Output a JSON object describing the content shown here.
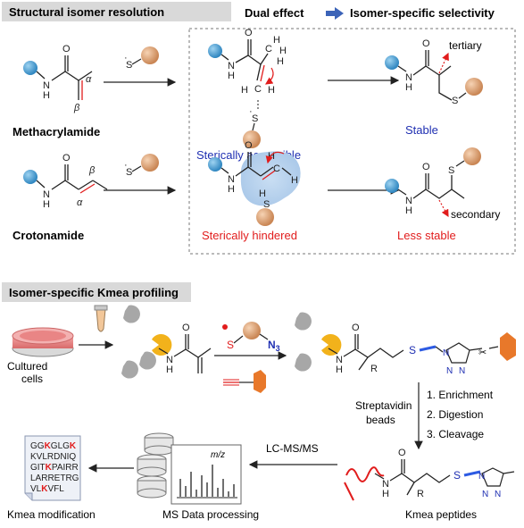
{
  "section1": {
    "header": "Structural  isomer resolution",
    "dual_effect": "Dual effect",
    "selectivity": "Isomer-specific selectivity"
  },
  "methacrylamide": {
    "name": "Methacrylamide",
    "alpha": "α",
    "beta": "β",
    "reagent": "S",
    "intermediate_label": "Sterically accessible",
    "product_label": "Stable",
    "tertiary": "tertiary"
  },
  "crotonamide": {
    "name": "Crotonamide",
    "alpha": "α",
    "beta": "β",
    "reagent": "S",
    "intermediate_label": "Sterically  hindered",
    "product_label": "Less stable",
    "secondary": "secondary"
  },
  "atoms": {
    "O": "O",
    "N": "N",
    "H": "H",
    "S": "S",
    "C": "C",
    "R": "R",
    "N3": "N3",
    "N3_base": "N",
    "N3_sub": "3"
  },
  "section2": {
    "header": "Isomer-specific Kmea profiling",
    "cultured_cells": [
      "Cultured",
      "cells"
    ],
    "streptavidin": [
      "Streptavidin",
      "beads"
    ],
    "steps": [
      "1. Enrichment",
      "2. Digestion",
      "3. Cleavage"
    ],
    "lcms": "LC-MS/MS",
    "mz": "m/z",
    "kmea_peptides": "Kmea peptides",
    "ms_processing": "MS Data processing",
    "kmea_modification": "Kmea modification",
    "sequences": [
      [
        {
          "t": "GG"
        },
        {
          "t": "K",
          "hl": true
        },
        {
          "t": "GLG"
        },
        {
          "t": "K",
          "hl": true
        }
      ],
      [
        {
          "t": "KVLRDNIQ"
        }
      ],
      [
        {
          "t": "GIT"
        },
        {
          "t": "K",
          "hl": true
        },
        {
          "t": "PAIRR"
        }
      ],
      [
        {
          "t": "LARRETRG"
        }
      ],
      [
        {
          "t": "VL"
        },
        {
          "t": "K",
          "hl": true
        },
        {
          "t": "VFL"
        }
      ]
    ]
  },
  "colors": {
    "probe": "#e8b083",
    "protein_ball": "#5aa9d6",
    "pocket": "#f2b21b",
    "gray_protein": "#a7a7a7",
    "red": "#e11c1c",
    "blue_text": "#1f2fb2",
    "blue_linker": "#2d5be3",
    "tag_orange": "#e8782a",
    "header_bg": "#d9d9d9"
  }
}
